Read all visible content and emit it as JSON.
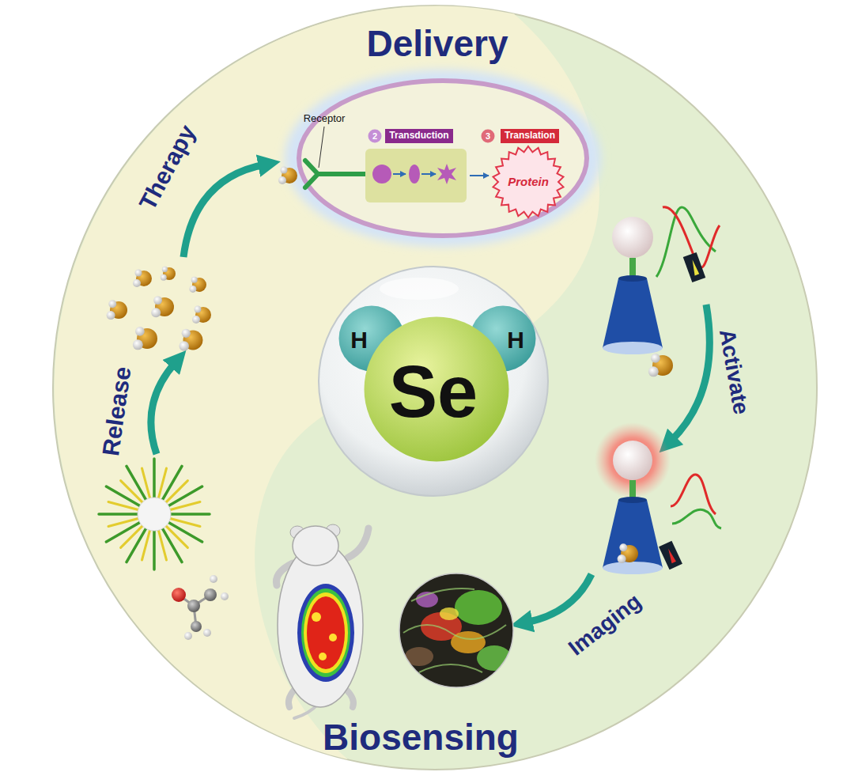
{
  "diagram": {
    "nodes": [
      {
        "text": [
          "2"
        ]
      },
      {
        "text": [
          "Transduction"
        ]
      },
      {
        "text": [
          "3"
        ]
      },
      {
        "text": [
          "Translation"
        ]
      },
      {
        "text": [
          "Protein"
        ]
      },
      {
        "text": [
          "H"
        ]
      },
      {
        "text": [
          "Se"
        ]
      },
      {
        "text": [
          "H"
        ]
      }
    ],
    "labels": [
      "Delivery",
      "Therapy",
      "Receptor",
      "Release",
      "Activate",
      "Imaging",
      "Biosensing"
    ]
  }
}
